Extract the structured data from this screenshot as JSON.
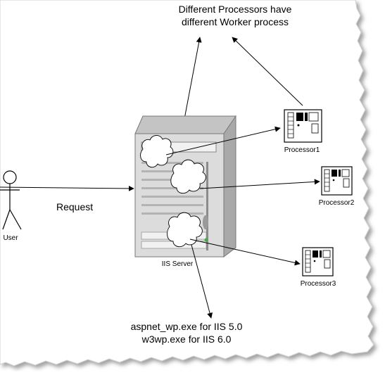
{
  "diagram": {
    "top_caption": [
      "Different Processors have",
      "different Worker process"
    ],
    "request_label": "Request",
    "user_label": "User",
    "server_label": "IIS Server",
    "processors": [
      {
        "label": "Processor1"
      },
      {
        "label": "Processor2"
      },
      {
        "label": "Processor3"
      }
    ],
    "bottom_caption": [
      "aspnet_wp.exe for IIS 5.0",
      "w3wp.exe for IIS 6.0"
    ]
  }
}
